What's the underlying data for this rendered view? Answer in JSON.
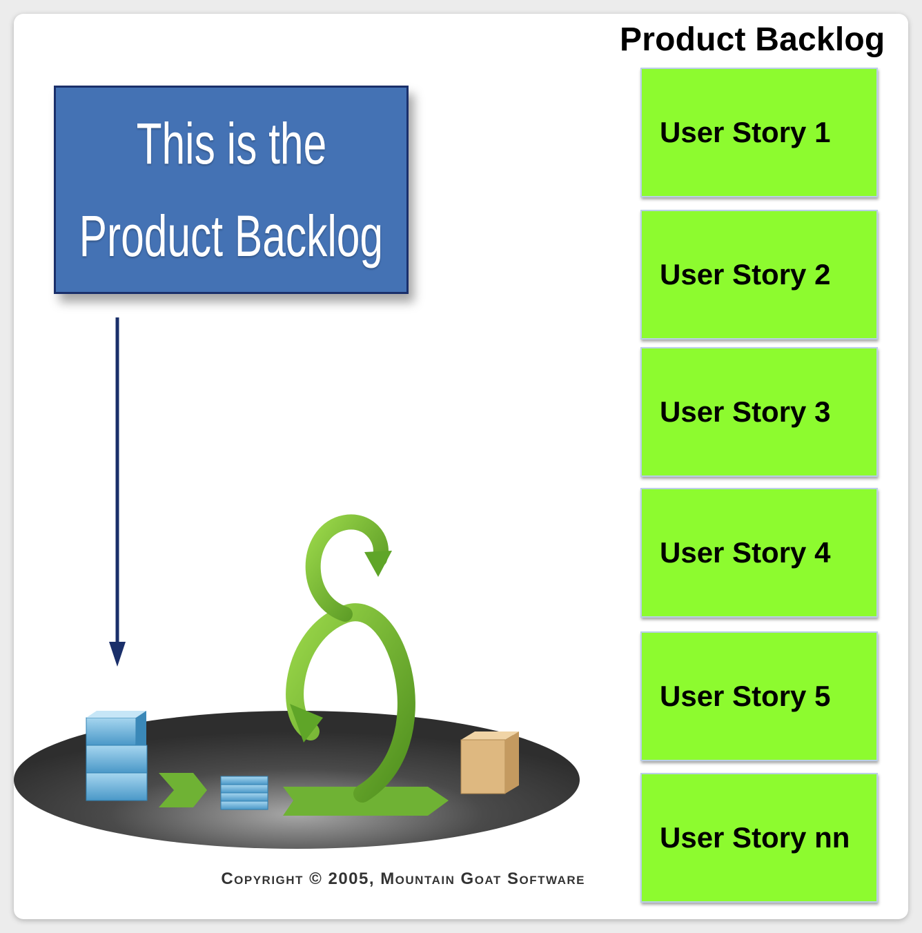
{
  "heading": "Product Backlog",
  "callout": {
    "line1": "This is the",
    "line2": "Product Backlog"
  },
  "copyright": "Copyright © 2005, Mountain Goat Software",
  "stories": [
    "User Story 1",
    "User Story 2",
    "User Story 3",
    "User Story 4",
    "User Story 5",
    "User Story nn"
  ],
  "colors": {
    "callout_fill": "#4472b4",
    "story_fill": "#8dfb2f",
    "arrow": "#1a2f6a",
    "loop_green": "#6fb234"
  }
}
